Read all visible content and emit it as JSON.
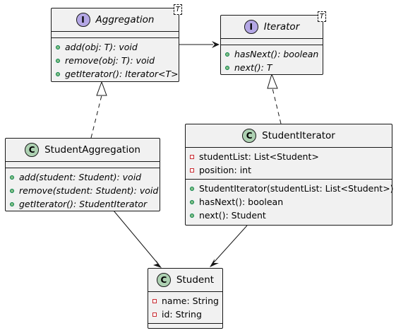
{
  "diagram": {
    "classes": [
      {
        "id": "aggregation",
        "kind": "interface",
        "stereotype_icon": "I",
        "name": "Aggregation",
        "type_param": "T",
        "fields": [],
        "methods": [
          {
            "visibility": "public",
            "text": "add(obj: T): void"
          },
          {
            "visibility": "public",
            "text": "remove(obj: T): void"
          },
          {
            "visibility": "public",
            "text": "getIterator(): Iterator<T>"
          }
        ]
      },
      {
        "id": "iterator",
        "kind": "interface",
        "stereotype_icon": "I",
        "name": "Iterator",
        "type_param": "T",
        "fields": [],
        "methods": [
          {
            "visibility": "public",
            "text": "hasNext(): boolean"
          },
          {
            "visibility": "public",
            "text": "next(): T"
          }
        ]
      },
      {
        "id": "student_aggregation",
        "kind": "class",
        "stereotype_icon": "C",
        "name": "StudentAggregation",
        "fields": [],
        "methods": [
          {
            "visibility": "public",
            "text": "add(student: Student): void"
          },
          {
            "visibility": "public",
            "text": "remove(student: Student): void"
          },
          {
            "visibility": "public",
            "text": "getIterator(): StudentIterator"
          }
        ]
      },
      {
        "id": "student_iterator",
        "kind": "class",
        "stereotype_icon": "C",
        "name": "StudentIterator",
        "fields": [
          {
            "visibility": "private",
            "text": "studentList: List<Student>"
          },
          {
            "visibility": "private",
            "text": "position: int"
          }
        ],
        "methods": [
          {
            "visibility": "public",
            "text": "StudentIterator(studentList: List<Student>)"
          },
          {
            "visibility": "public",
            "text": "hasNext(): boolean"
          },
          {
            "visibility": "public",
            "text": "next(): Student"
          }
        ]
      },
      {
        "id": "student",
        "kind": "class",
        "stereotype_icon": "C",
        "name": "Student",
        "fields": [
          {
            "visibility": "private",
            "text": "name: String"
          },
          {
            "visibility": "private",
            "text": "id: String"
          }
        ],
        "methods": []
      }
    ],
    "relations": [
      {
        "from": "aggregation",
        "to": "iterator",
        "type": "association"
      },
      {
        "from": "student_aggregation",
        "to": "aggregation",
        "type": "realization"
      },
      {
        "from": "student_iterator",
        "to": "iterator",
        "type": "realization"
      },
      {
        "from": "student_aggregation",
        "to": "student",
        "type": "association"
      },
      {
        "from": "student_iterator",
        "to": "student",
        "type": "association"
      }
    ],
    "colors": {
      "box_fill": "#f1f1f1",
      "border": "#181818",
      "interface_icon": "#b4a7e5",
      "class_icon": "#add1b2",
      "public_marker": "#84be84",
      "private_marker": "#c82930"
    }
  }
}
